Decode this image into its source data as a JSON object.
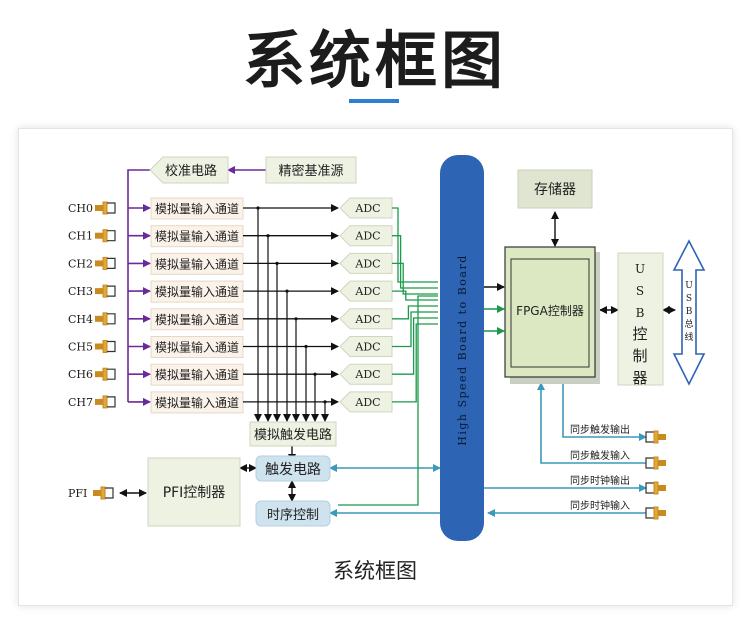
{
  "page_title": "系统框图",
  "caption": "系统框图",
  "blocks": {
    "calibration": "校准电路",
    "precision_ref": "精密基准源",
    "analog_trigger": "模拟触发电路",
    "trigger": "触发电路",
    "timing": "时序控制",
    "pfi_controller": "PFI控制器",
    "storage": "存储器",
    "fpga": "FPGA控制器",
    "usb_controller": "USB控制器",
    "usb_bus": "USB总线",
    "bus": "High Speed Board to Board"
  },
  "channels": [
    "CH0",
    "CH1",
    "CH2",
    "CH3",
    "CH4",
    "CH5",
    "CH6",
    "CH7"
  ],
  "input_channel_label": "模拟量输入通道",
  "adc_label": "ADC",
  "pfi_label": "PFI",
  "sync_io": [
    "同步触发输出",
    "同步触发输入",
    "同步时钟输出",
    "同步时钟输入"
  ],
  "colors": {
    "accent": "#2f7fd0",
    "bus": "#2e64b4",
    "block_fill": "#eef2e2",
    "fpga_fill": "#dbe8c2",
    "purple_line": "#6a2a9a",
    "green_line": "#1a9a4a",
    "teal_line": "#3a9ab8",
    "connector": "#c98a1e"
  }
}
